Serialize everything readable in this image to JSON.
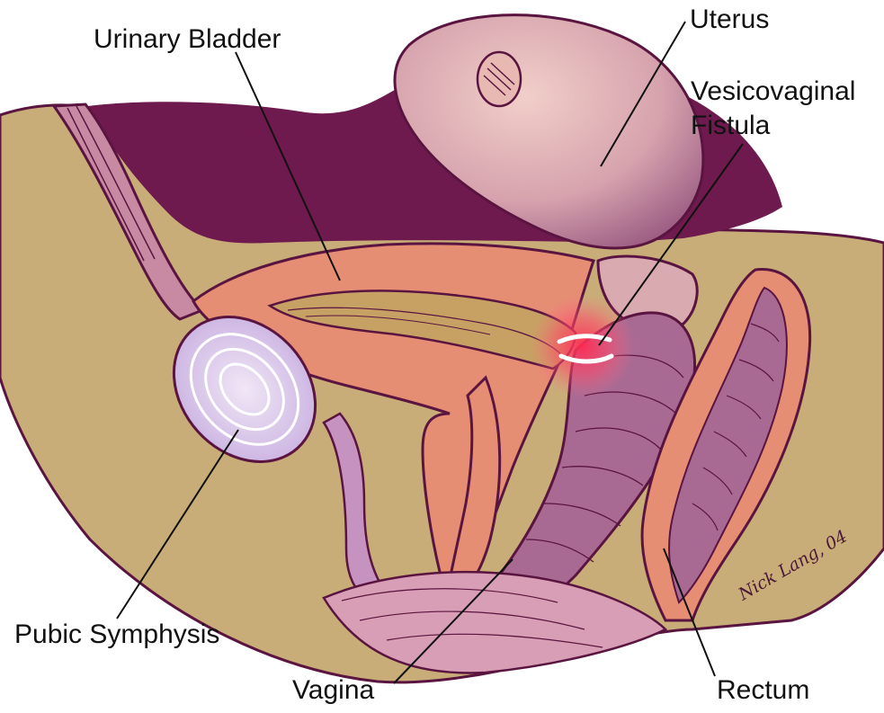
{
  "labels": {
    "urinary_bladder": "Urinary Bladder",
    "uterus": "Uterus",
    "fistula_line1": "Vesicovaginal",
    "fistula_line2": "Fistula",
    "pubic_symphysis": "Pubic Symphysis",
    "vagina": "Vagina",
    "rectum": "Rectum"
  },
  "signature": "Nick Lang, 04",
  "colors": {
    "tissue_tan": "#c9ad78",
    "cavity_purple": "#6e1a4e",
    "bladder_salmon": "#e58e74",
    "uterus_pink": "#d9aab0",
    "outline": "#5a1440",
    "bone_lavender": "#d9c3e6",
    "fistula_glow": "#ff2a52",
    "leader_line": "#111111"
  }
}
